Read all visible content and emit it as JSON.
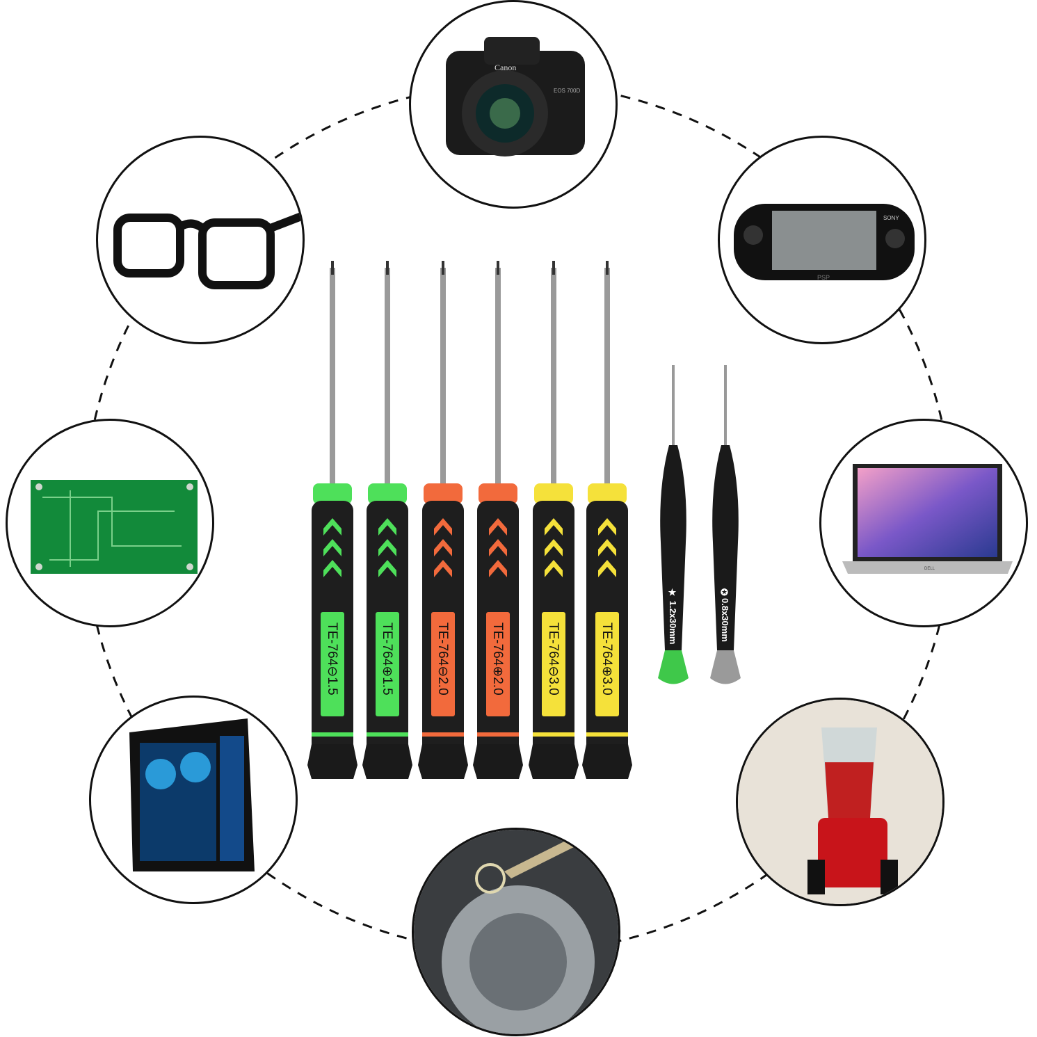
{
  "applications": [
    {
      "name": "camera",
      "logo_text": "Canon",
      "model_text": "EOS 700D"
    },
    {
      "name": "handheld-console",
      "logo_text": "SONY",
      "model_text": "PSP"
    },
    {
      "name": "laptop",
      "logo_text": "DELL"
    },
    {
      "name": "blender"
    },
    {
      "name": "watch-movement"
    },
    {
      "name": "gaming-pc"
    },
    {
      "name": "circuit-board"
    },
    {
      "name": "eyeglasses"
    }
  ],
  "screwdrivers": [
    {
      "model": "TE-764",
      "type_symbol": "⊖",
      "size": "1.5",
      "color": "#4ee05a"
    },
    {
      "model": "TE-764",
      "type_symbol": "⊕",
      "size": "1.5",
      "color": "#4ee05a"
    },
    {
      "model": "TE-764",
      "type_symbol": "⊖",
      "size": "2.0",
      "color": "#f26a3c"
    },
    {
      "model": "TE-764",
      "type_symbol": "⊕",
      "size": "2.0",
      "color": "#f26a3c"
    },
    {
      "model": "TE-764",
      "type_symbol": "⊖",
      "size": "3.0",
      "color": "#f5e13a"
    },
    {
      "model": "TE-764",
      "type_symbol": "⊕",
      "size": "3.0",
      "color": "#f5e13a"
    }
  ],
  "precision_drivers": [
    {
      "label": "★ 1.2x30mm",
      "cap_color": "#3fc84a"
    },
    {
      "label": "✪0.8x30mm",
      "cap_color": "#9a9a9a"
    }
  ]
}
